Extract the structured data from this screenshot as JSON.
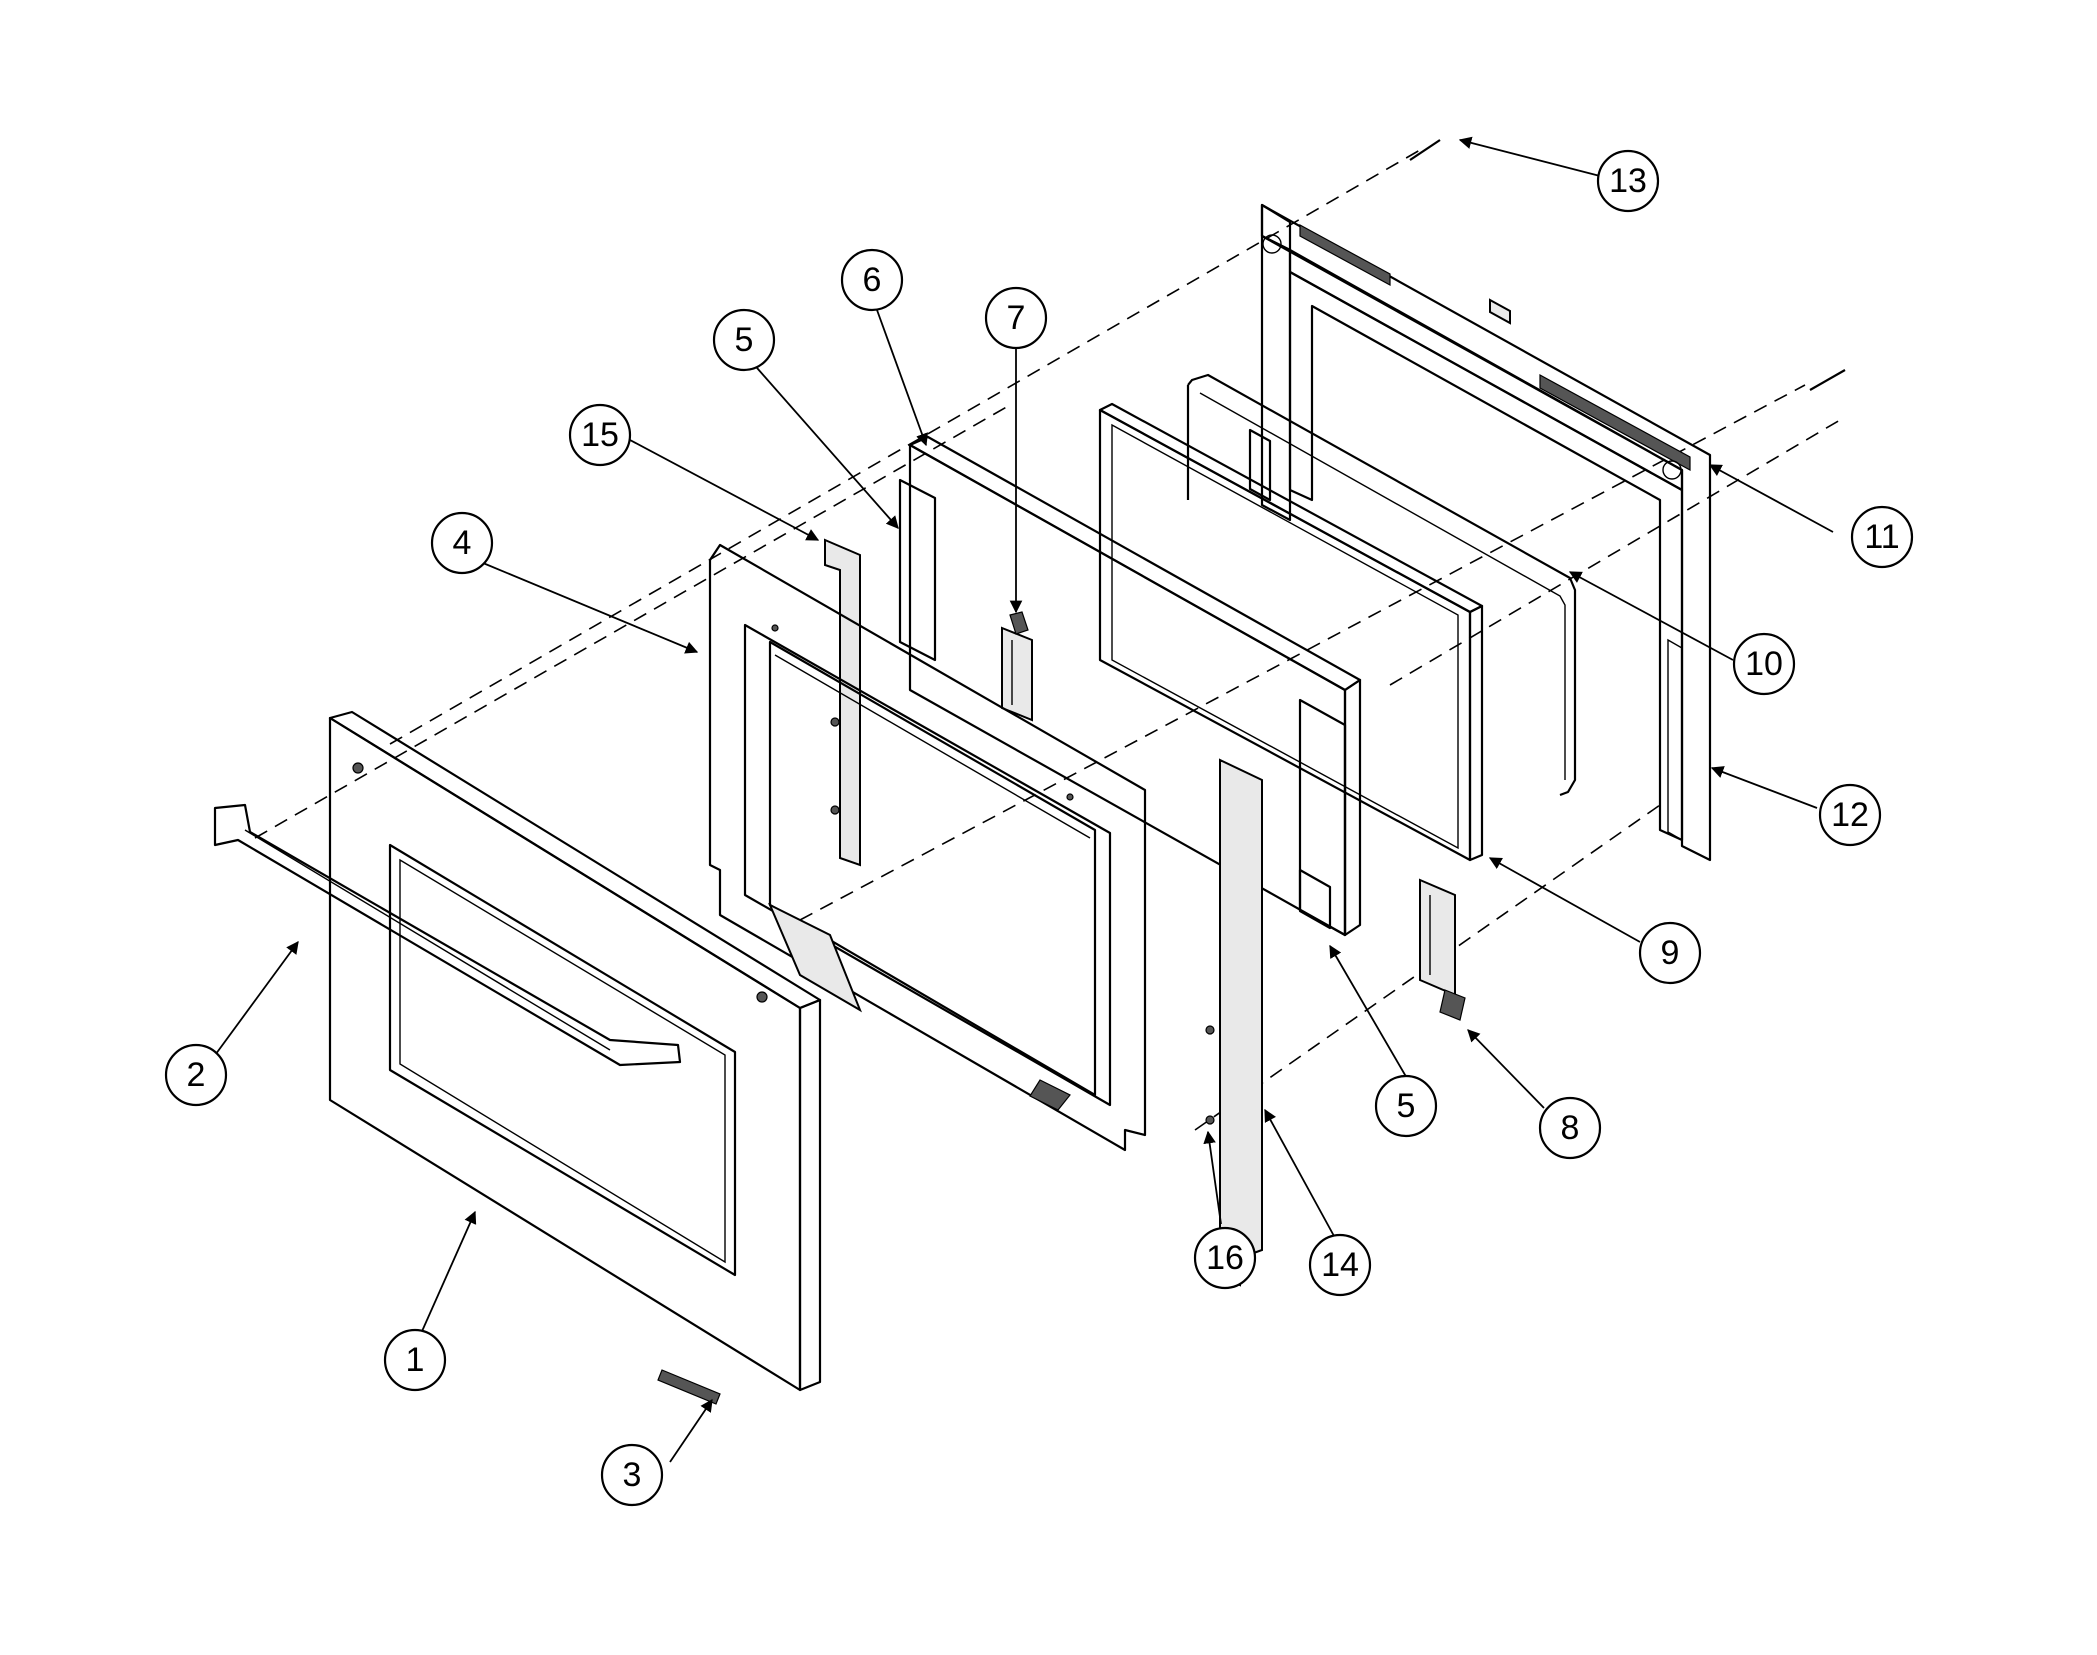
{
  "callouts": [
    {
      "label": "1"
    },
    {
      "label": "2"
    },
    {
      "label": "3"
    },
    {
      "label": "4"
    },
    {
      "label": "5"
    },
    {
      "label": "5"
    },
    {
      "label": "6"
    },
    {
      "label": "7"
    },
    {
      "label": "8"
    },
    {
      "label": "9"
    },
    {
      "label": "10"
    },
    {
      "label": "11"
    },
    {
      "label": "12"
    },
    {
      "label": "13"
    },
    {
      "label": "14"
    },
    {
      "label": "15"
    },
    {
      "label": "16"
    }
  ]
}
